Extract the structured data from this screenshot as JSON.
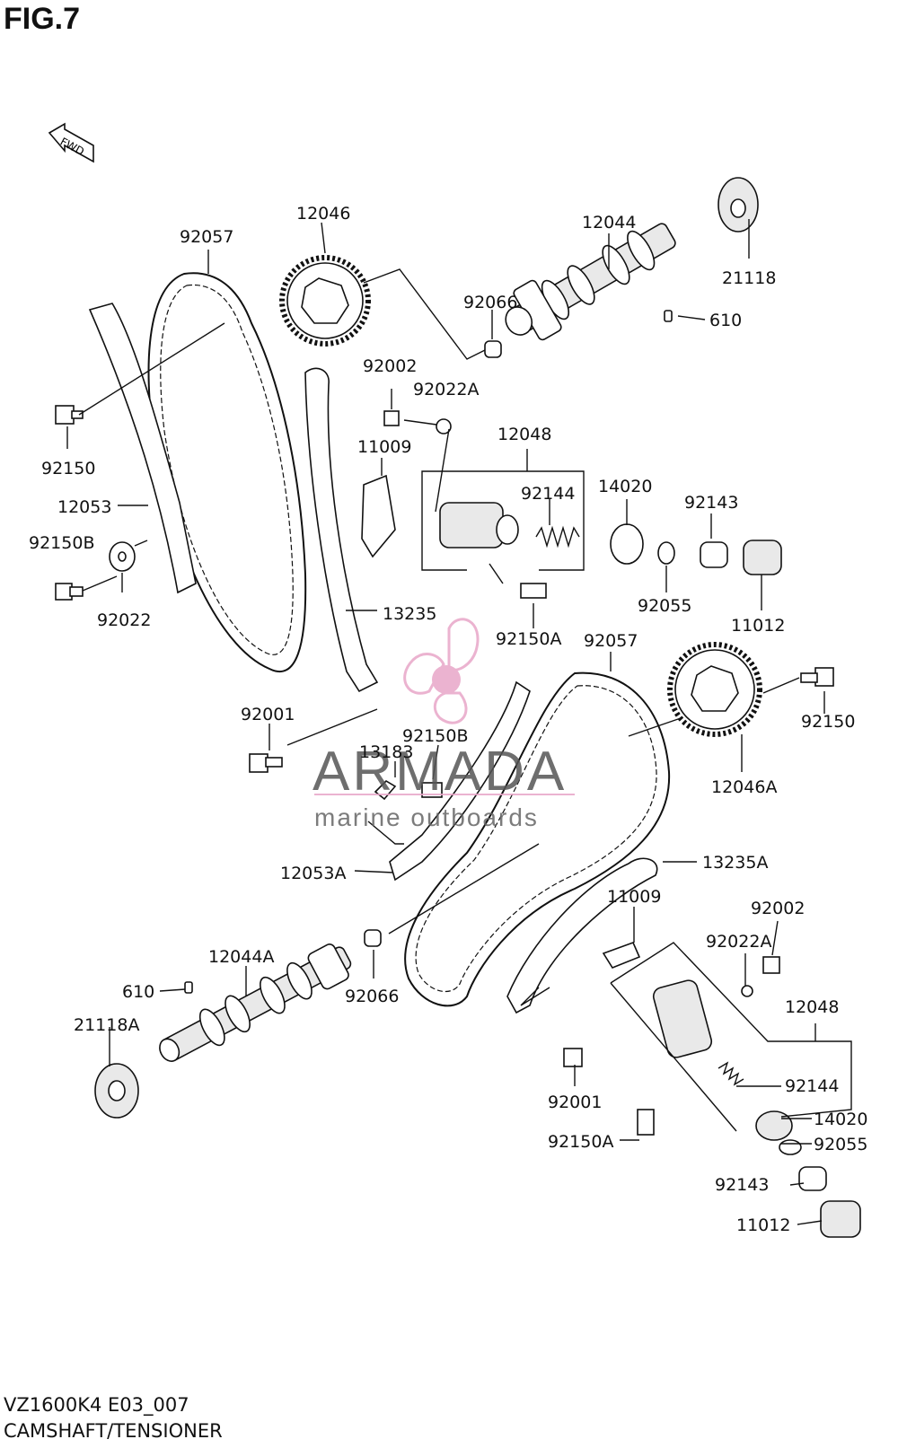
{
  "figure": {
    "title": "FIG.7",
    "model_code": "VZ1600K4 E03_007",
    "section_name": "CAMSHAFT/TENSIONER",
    "direction_marker": "FWD"
  },
  "watermark": {
    "brand": "ARMADA",
    "tagline": "marine outboards",
    "logo_icon": "propeller-icon",
    "colors": {
      "logo": "#e8a6c8",
      "text": "#555555"
    }
  },
  "parts": [
    {
      "id": "p-12046",
      "number": "12046"
    },
    {
      "id": "p-92057-top",
      "number": "92057"
    },
    {
      "id": "p-12044",
      "number": "12044"
    },
    {
      "id": "p-21118",
      "number": "21118"
    },
    {
      "id": "p-92066-top",
      "number": "92066"
    },
    {
      "id": "p-610-top",
      "number": "610"
    },
    {
      "id": "p-92002-top",
      "number": "92002"
    },
    {
      "id": "p-92022A-top",
      "number": "92022A"
    },
    {
      "id": "p-92150-top",
      "number": "92150"
    },
    {
      "id": "p-11009-top",
      "number": "11009"
    },
    {
      "id": "p-12048-top",
      "number": "12048"
    },
    {
      "id": "p-92144-top",
      "number": "92144"
    },
    {
      "id": "p-14020-top",
      "number": "14020"
    },
    {
      "id": "p-92143-top",
      "number": "92143"
    },
    {
      "id": "p-12053",
      "number": "12053"
    },
    {
      "id": "p-92150B-top",
      "number": "92150B"
    },
    {
      "id": "p-92022",
      "number": "92022"
    },
    {
      "id": "p-92055-top",
      "number": "92055"
    },
    {
      "id": "p-11012-top",
      "number": "11012"
    },
    {
      "id": "p-13235",
      "number": "13235"
    },
    {
      "id": "p-92150A-top",
      "number": "92150A"
    },
    {
      "id": "p-92057-bot",
      "number": "92057"
    },
    {
      "id": "p-92001-top",
      "number": "92001"
    },
    {
      "id": "p-92150-right",
      "number": "92150"
    },
    {
      "id": "p-92150B-mid",
      "number": "92150B"
    },
    {
      "id": "p-13183",
      "number": "13183"
    },
    {
      "id": "p-12046A",
      "number": "12046A"
    },
    {
      "id": "p-12053A",
      "number": "12053A"
    },
    {
      "id": "p-13235A",
      "number": "13235A"
    },
    {
      "id": "p-11009-bot",
      "number": "11009"
    },
    {
      "id": "p-92002-bot",
      "number": "92002"
    },
    {
      "id": "p-92022A-bot",
      "number": "92022A"
    },
    {
      "id": "p-12044A",
      "number": "12044A"
    },
    {
      "id": "p-610-bot",
      "number": "610"
    },
    {
      "id": "p-92066-bot",
      "number": "92066"
    },
    {
      "id": "p-12048-bot",
      "number": "12048"
    },
    {
      "id": "p-21118A",
      "number": "21118A"
    },
    {
      "id": "p-92144-bot",
      "number": "92144"
    },
    {
      "id": "p-92001-bot",
      "number": "92001"
    },
    {
      "id": "p-14020-bot",
      "number": "14020"
    },
    {
      "id": "p-92150A-bot",
      "number": "92150A"
    },
    {
      "id": "p-92055-bot",
      "number": "92055"
    },
    {
      "id": "p-92143-bot",
      "number": "92143"
    },
    {
      "id": "p-11012-bot",
      "number": "11012"
    }
  ]
}
